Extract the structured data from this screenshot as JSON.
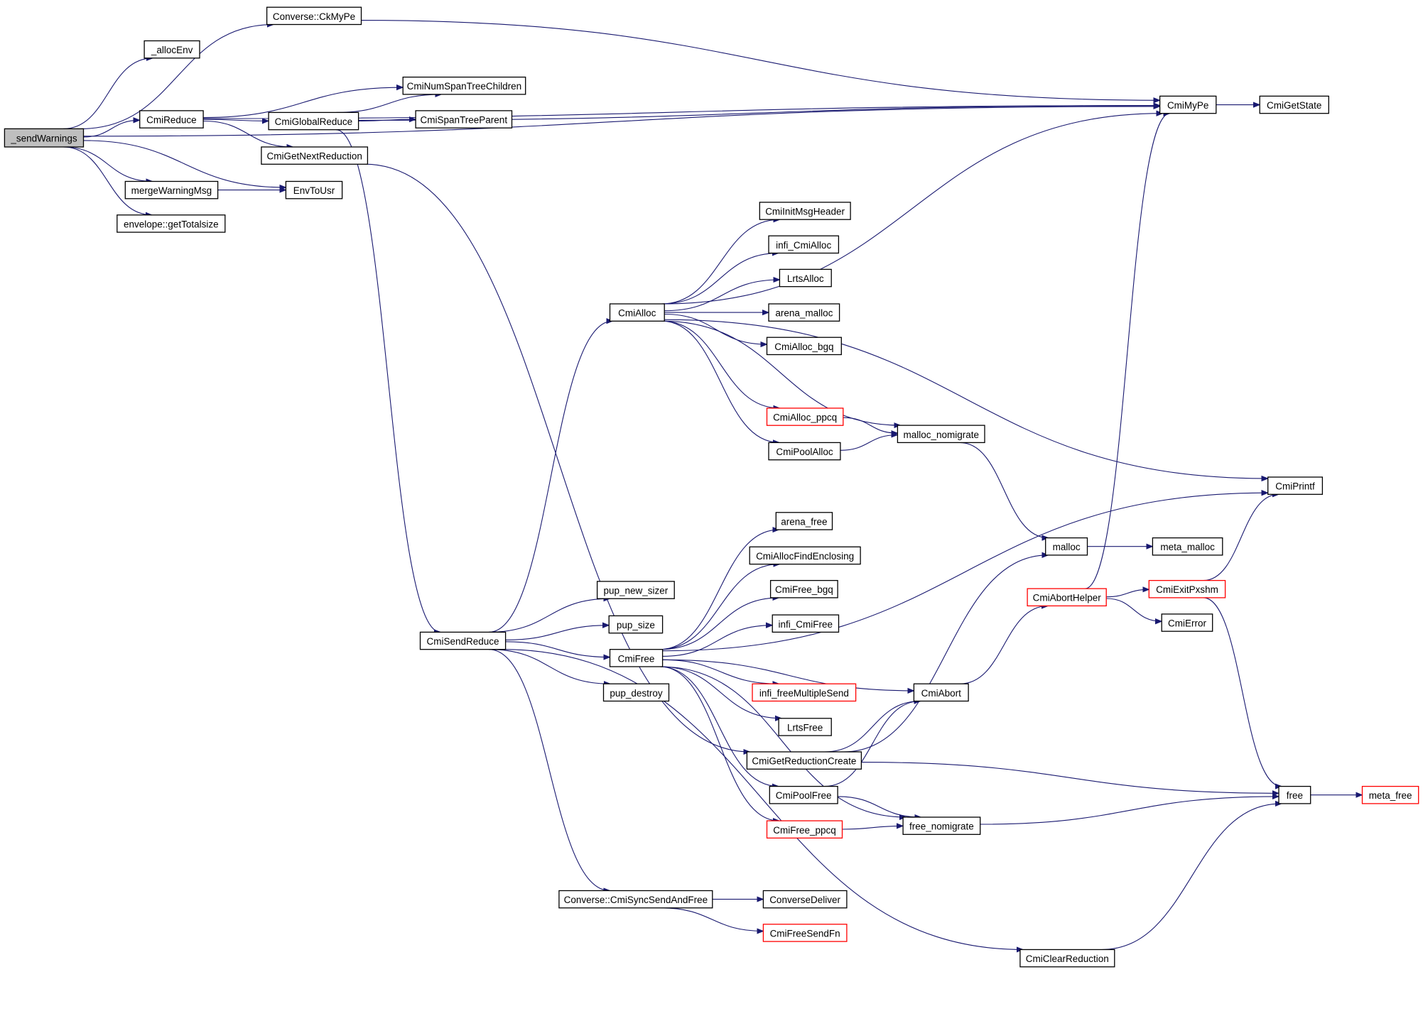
{
  "graph": {
    "type": "call-graph",
    "root": "_sendWarnings",
    "colors": {
      "edge": "#191970",
      "root_fill": "#bfbfbf",
      "node_border": "#000000",
      "truncated_border": "#ff0000"
    },
    "nodes": [
      {
        "id": "sendWarnings",
        "label": "_sendWarnings",
        "kind": "root"
      },
      {
        "id": "allocEnv",
        "label": "_allocEnv"
      },
      {
        "id": "CkMyPe",
        "label": "Converse::CkMyPe"
      },
      {
        "id": "CmiReduce",
        "label": "CmiReduce"
      },
      {
        "id": "mergeWarningMsg",
        "label": "mergeWarningMsg"
      },
      {
        "id": "getTotalsize",
        "label": "envelope::getTotalsize"
      },
      {
        "id": "EnvToUsr",
        "label": "EnvToUsr"
      },
      {
        "id": "CmiGlobalReduce",
        "label": "CmiGlobalReduce"
      },
      {
        "id": "CmiGetNextReduction",
        "label": "CmiGetNextReduction"
      },
      {
        "id": "CmiNumSpanTreeChildren",
        "label": "CmiNumSpanTreeChildren"
      },
      {
        "id": "CmiSpanTreeParent",
        "label": "CmiSpanTreeParent"
      },
      {
        "id": "CmiMyPe",
        "label": "CmiMyPe"
      },
      {
        "id": "CmiGetState",
        "label": "CmiGetState"
      },
      {
        "id": "CmiAlloc",
        "label": "CmiAlloc"
      },
      {
        "id": "CmiInitMsgHeader",
        "label": "CmiInitMsgHeader"
      },
      {
        "id": "infi_CmiAlloc",
        "label": "infi_CmiAlloc"
      },
      {
        "id": "LrtsAlloc",
        "label": "LrtsAlloc"
      },
      {
        "id": "arena_malloc",
        "label": "arena_malloc"
      },
      {
        "id": "CmiAlloc_bgq",
        "label": "CmiAlloc_bgq"
      },
      {
        "id": "CmiAlloc_ppcq",
        "label": "CmiAlloc_ppcq",
        "kind": "truncated"
      },
      {
        "id": "CmiPoolAlloc",
        "label": "CmiPoolAlloc"
      },
      {
        "id": "malloc_nomigrate",
        "label": "malloc_nomigrate"
      },
      {
        "id": "CmiPrintf",
        "label": "CmiPrintf"
      },
      {
        "id": "malloc",
        "label": "malloc"
      },
      {
        "id": "meta_malloc",
        "label": "meta_malloc"
      },
      {
        "id": "CmiAbortHelper",
        "label": "CmiAbortHelper",
        "kind": "truncated"
      },
      {
        "id": "CmiExitPxshm",
        "label": "CmiExitPxshm",
        "kind": "truncated"
      },
      {
        "id": "CmiError",
        "label": "CmiError"
      },
      {
        "id": "CmiSendReduce",
        "label": "CmiSendReduce"
      },
      {
        "id": "pup_new_sizer",
        "label": "pup_new_sizer"
      },
      {
        "id": "pup_size",
        "label": "pup_size"
      },
      {
        "id": "CmiFree",
        "label": "CmiFree"
      },
      {
        "id": "pup_destroy",
        "label": "pup_destroy"
      },
      {
        "id": "arena_free",
        "label": "arena_free"
      },
      {
        "id": "CmiAllocFindEnclosing",
        "label": "CmiAllocFindEnclosing"
      },
      {
        "id": "CmiFree_bgq",
        "label": "CmiFree_bgq"
      },
      {
        "id": "infi_CmiFree",
        "label": "infi_CmiFree"
      },
      {
        "id": "infi_freeMultipleSend",
        "label": "infi_freeMultipleSend",
        "kind": "truncated"
      },
      {
        "id": "LrtsFree",
        "label": "LrtsFree"
      },
      {
        "id": "CmiAbort",
        "label": "CmiAbort"
      },
      {
        "id": "CmiGetReductionCreate",
        "label": "CmiGetReductionCreate"
      },
      {
        "id": "CmiPoolFree",
        "label": "CmiPoolFree"
      },
      {
        "id": "CmiFree_ppcq",
        "label": "CmiFree_ppcq",
        "kind": "truncated"
      },
      {
        "id": "free_nomigrate",
        "label": "free_nomigrate"
      },
      {
        "id": "free",
        "label": "free"
      },
      {
        "id": "meta_free",
        "label": "meta_free",
        "kind": "truncated"
      },
      {
        "id": "CmiSyncSendAndFree",
        "label": "Converse::CmiSyncSendAndFree"
      },
      {
        "id": "ConverseDeliver",
        "label": "ConverseDeliver"
      },
      {
        "id": "CmiFreeSendFn",
        "label": "CmiFreeSendFn",
        "kind": "truncated"
      },
      {
        "id": "CmiClearReduction",
        "label": "CmiClearReduction"
      }
    ],
    "edges": [
      [
        "sendWarnings",
        "allocEnv"
      ],
      [
        "sendWarnings",
        "CkMyPe"
      ],
      [
        "sendWarnings",
        "CmiMyPe"
      ],
      [
        "sendWarnings",
        "CmiReduce"
      ],
      [
        "sendWarnings",
        "mergeWarningMsg"
      ],
      [
        "sendWarnings",
        "EnvToUsr"
      ],
      [
        "sendWarnings",
        "getTotalsize"
      ],
      [
        "mergeWarningMsg",
        "EnvToUsr"
      ],
      [
        "CkMyPe",
        "CmiMyPe"
      ],
      [
        "CmiReduce",
        "CmiNumSpanTreeChildren"
      ],
      [
        "CmiReduce",
        "CmiGlobalReduce"
      ],
      [
        "CmiReduce",
        "CmiGetNextReduction"
      ],
      [
        "CmiReduce",
        "CmiMyPe"
      ],
      [
        "CmiGlobalReduce",
        "CmiNumSpanTreeChildren"
      ],
      [
        "CmiGlobalReduce",
        "CmiSpanTreeParent"
      ],
      [
        "CmiGlobalReduce",
        "CmiMyPe"
      ],
      [
        "CmiGlobalReduce",
        "CmiSendReduce"
      ],
      [
        "CmiGetNextReduction",
        "CmiGetReductionCreate"
      ],
      [
        "CmiMyPe",
        "CmiGetState"
      ],
      [
        "CmiSendReduce",
        "CmiAlloc"
      ],
      [
        "CmiSendReduce",
        "pup_new_sizer"
      ],
      [
        "CmiSendReduce",
        "pup_size"
      ],
      [
        "CmiSendReduce",
        "CmiFree"
      ],
      [
        "CmiSendReduce",
        "pup_destroy"
      ],
      [
        "CmiSendReduce",
        "CmiSyncSendAndFree"
      ],
      [
        "CmiSendReduce",
        "CmiClearReduction"
      ],
      [
        "CmiAlloc",
        "CmiMyPe"
      ],
      [
        "CmiAlloc",
        "CmiPrintf"
      ],
      [
        "CmiAlloc",
        "CmiInitMsgHeader"
      ],
      [
        "CmiAlloc",
        "infi_CmiAlloc"
      ],
      [
        "CmiAlloc",
        "LrtsAlloc"
      ],
      [
        "CmiAlloc",
        "arena_malloc"
      ],
      [
        "CmiAlloc",
        "CmiAlloc_bgq"
      ],
      [
        "CmiAlloc",
        "CmiAlloc_ppcq"
      ],
      [
        "CmiAlloc",
        "CmiPoolAlloc"
      ],
      [
        "CmiAlloc",
        "malloc_nomigrate"
      ],
      [
        "CmiAlloc_ppcq",
        "malloc_nomigrate"
      ],
      [
        "CmiPoolAlloc",
        "malloc_nomigrate"
      ],
      [
        "malloc_nomigrate",
        "malloc"
      ],
      [
        "malloc",
        "meta_malloc"
      ],
      [
        "CmiAbortHelper",
        "CmiMyPe"
      ],
      [
        "CmiAbortHelper",
        "CmiExitPxshm"
      ],
      [
        "CmiAbortHelper",
        "CmiError"
      ],
      [
        "CmiExitPxshm",
        "CmiPrintf"
      ],
      [
        "CmiExitPxshm",
        "free"
      ],
      [
        "CmiFree",
        "CmiPrintf"
      ],
      [
        "CmiFree",
        "arena_free"
      ],
      [
        "CmiFree",
        "CmiAllocFindEnclosing"
      ],
      [
        "CmiFree",
        "CmiFree_bgq"
      ],
      [
        "CmiFree",
        "infi_CmiFree"
      ],
      [
        "CmiFree",
        "infi_freeMultipleSend"
      ],
      [
        "CmiFree",
        "LrtsFree"
      ],
      [
        "CmiFree",
        "CmiAbort"
      ],
      [
        "CmiFree",
        "CmiPoolFree"
      ],
      [
        "CmiFree",
        "CmiFree_ppcq"
      ],
      [
        "CmiFree",
        "free_nomigrate"
      ],
      [
        "CmiGetReductionCreate",
        "malloc"
      ],
      [
        "CmiGetReductionCreate",
        "CmiAbort"
      ],
      [
        "CmiGetReductionCreate",
        "free"
      ],
      [
        "CmiPoolFree",
        "CmiAbort"
      ],
      [
        "CmiPoolFree",
        "free_nomigrate"
      ],
      [
        "CmiFree_ppcq",
        "free_nomigrate"
      ],
      [
        "CmiAbort",
        "CmiAbortHelper"
      ],
      [
        "free_nomigrate",
        "free"
      ],
      [
        "free",
        "meta_free"
      ],
      [
        "CmiSyncSendAndFree",
        "ConverseDeliver"
      ],
      [
        "CmiSyncSendAndFree",
        "CmiFreeSendFn"
      ],
      [
        "CmiClearReduction",
        "free"
      ]
    ]
  }
}
